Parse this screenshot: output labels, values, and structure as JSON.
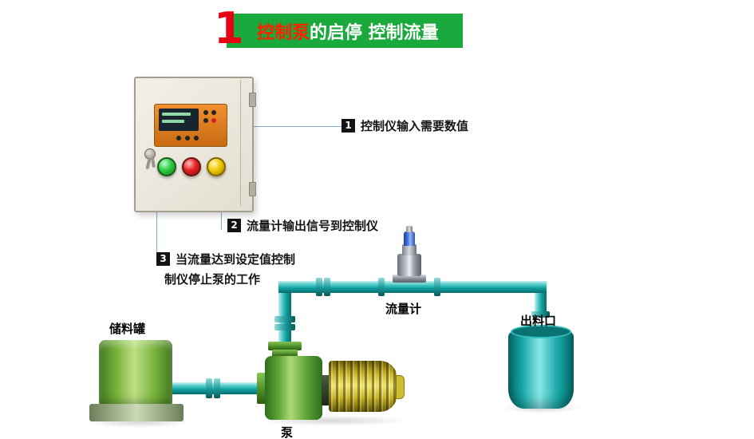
{
  "banner": {
    "number": "1",
    "title_red": "控制泵",
    "title_white": "的启停 控制流量"
  },
  "annotations": {
    "a1": {
      "num": "1",
      "text": "控制仪输入需要数值"
    },
    "a2": {
      "num": "2",
      "text": "流量计输出信号到控制仪"
    },
    "a3": {
      "num": "3",
      "line1": "当流量达到设定值控制",
      "line2": "制仪停止泵的工作"
    }
  },
  "equipment_labels": {
    "tank": "储料罐",
    "pump": "泵",
    "flow_meter": "流量计",
    "outlet": "出料口"
  },
  "colors": {
    "banner_green": "#1aa93c",
    "accent_red": "#e60012",
    "pipe_teal": "#12a2a2",
    "tank_green": "#7ab43e",
    "motor_yellow": "#e0d040",
    "outlet_teal": "#19a8a8",
    "connector_blue": "#7fa9d6",
    "cabinet_beige": "#e9e4d7",
    "indicator_green": "#2ecc40",
    "indicator_red": "#e82020",
    "indicator_yellow": "#f0c800"
  }
}
